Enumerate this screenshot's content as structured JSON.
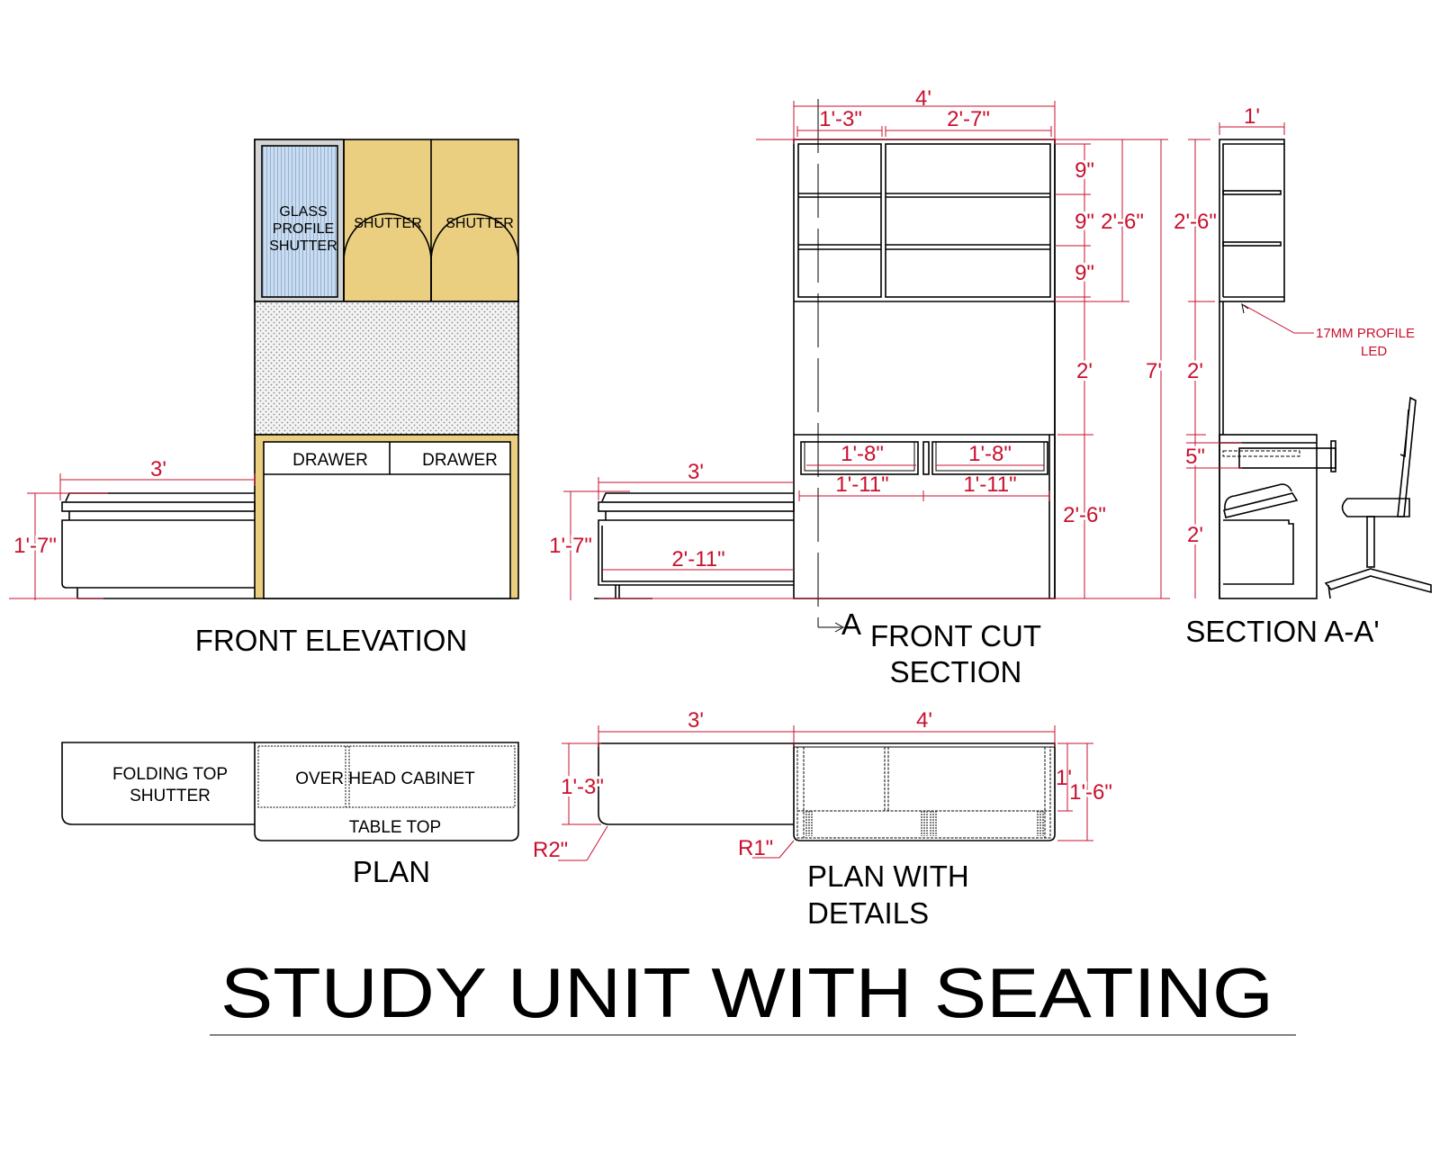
{
  "title": "STUDY UNIT WITH SEATING",
  "colors": {
    "line": "#000000",
    "dimension": "#c8102e",
    "wood": "#ebcf80",
    "glass": "#c9dcf0",
    "glass_frame": "#d4d4d4"
  },
  "front_elevation": {
    "title": "FRONT ELEVATION",
    "glass_shutter": [
      "GLASS",
      "PROFILE",
      "SHUTTER"
    ],
    "shutter_1": "SHUTTER",
    "shutter_2": "SHUTTER",
    "drawer_1": "DRAWER",
    "drawer_2": "DRAWER",
    "dim_bench_width": "3'",
    "dim_bench_height": "1'-7\""
  },
  "front_cut_section": {
    "title_line1": "FRONT CUT",
    "title_line2": "SECTION",
    "section_marker": "A",
    "dim_total_width": "4'",
    "dim_left_bay": "1'-3\"",
    "dim_right_bay": "2'-7\"",
    "dim_shelf_1": "9\"",
    "dim_shelf_2": "9\"",
    "dim_shelf_3": "9\"",
    "dim_cabinet_height": "2'-6\"",
    "dim_gap": "2'",
    "dim_total_height": "7'",
    "dim_base_height": "2'-6\"",
    "dim_drawer_1_inner": "1'-8\"",
    "dim_drawer_2_inner": "1'-8\"",
    "dim_drawer_1_outer": "1'-11\"",
    "dim_drawer_2_outer": "1'-11\"",
    "dim_bench_width": "3'",
    "dim_bench_inner": "2'-11\"",
    "dim_bench_height": "1'-7\""
  },
  "section_aa": {
    "title": "SECTION A-A'",
    "dim_depth": "1'",
    "dim_cabinet_height": "2'-6\"",
    "dim_gap": "2'",
    "dim_drawer": "5\"",
    "dim_base": "2'",
    "led_note_line1": "17MM  PROFILE",
    "led_note_line2": "LED"
  },
  "plan": {
    "title": "PLAN",
    "folding_top": [
      "FOLDING TOP",
      "SHUTTER"
    ],
    "overhead_cabinet": "OVER HEAD CABINET",
    "table_top": "TABLE TOP"
  },
  "plan_with_details": {
    "title_line1": "PLAN WITH",
    "title_line2": "DETAILS",
    "dim_bench_width": "3'",
    "dim_table_width": "4'",
    "dim_bench_depth": "1'-3\"",
    "dim_cabinet_depth": "1'",
    "dim_table_depth": "1'-6\"",
    "radius_bench": "R2\"",
    "radius_table": "R1\""
  }
}
